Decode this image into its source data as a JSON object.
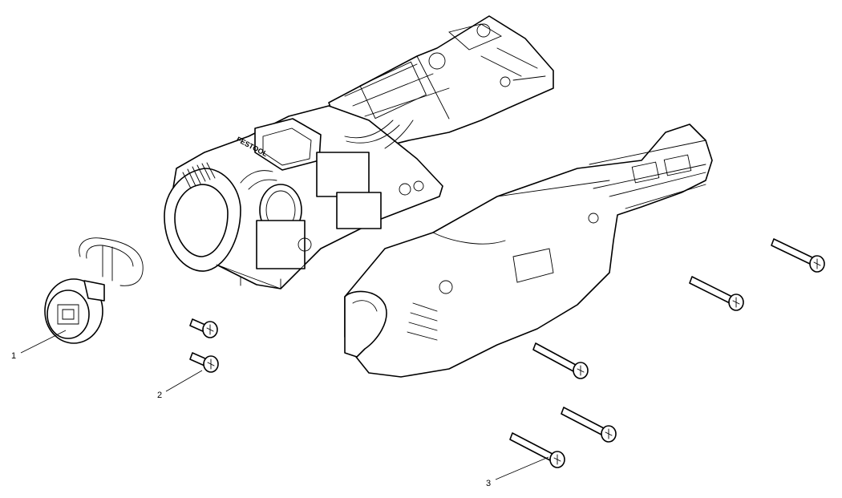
{
  "callouts": [
    {
      "id": "1",
      "label": "1",
      "part": "connector-socket"
    },
    {
      "id": "2",
      "label": "2",
      "part": "short-screws"
    },
    {
      "id": "3",
      "label": "3",
      "part": "long-screws"
    }
  ],
  "brand": {
    "housing_logo": "FESTOOL"
  },
  "colors": {
    "line": "#000000",
    "background": "#ffffff"
  }
}
